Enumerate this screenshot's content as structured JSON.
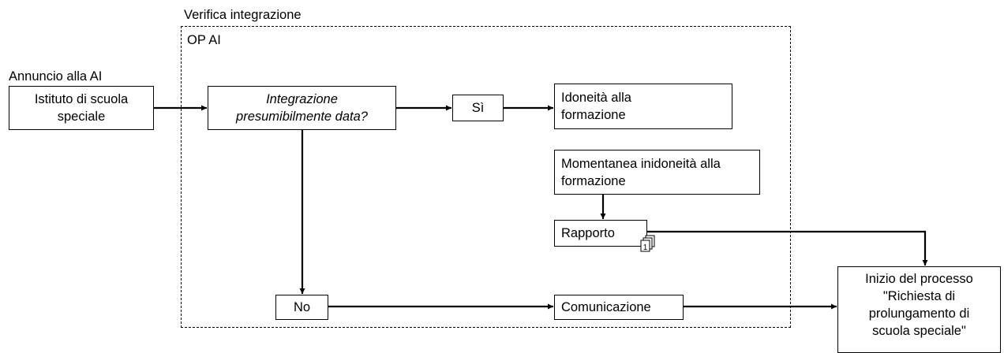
{
  "frame": {
    "outer_label": "Verifica integrazione",
    "inner_label": "OP AI"
  },
  "source": {
    "caption": "Annuncio alla AI",
    "line1": "Istituto di scuola",
    "line2": "speciale"
  },
  "decision": {
    "line1": "Integrazione",
    "line2": "presumibilmente data?"
  },
  "yes_label": "Sì",
  "no_label": "No",
  "suitability": {
    "line1": "Idoneità alla",
    "line2": "formazione"
  },
  "unsuitability": {
    "line1": "Momentanea inidoneità alla",
    "line2": "formazione"
  },
  "report": {
    "label": "Rapporto",
    "doc_number": "1"
  },
  "communication": "Comunicazione",
  "process_start": {
    "line1": "Inizio del processo",
    "line2": "\"Richiesta di",
    "line3": "prolungamento di",
    "line4": "scuola speciale\""
  }
}
